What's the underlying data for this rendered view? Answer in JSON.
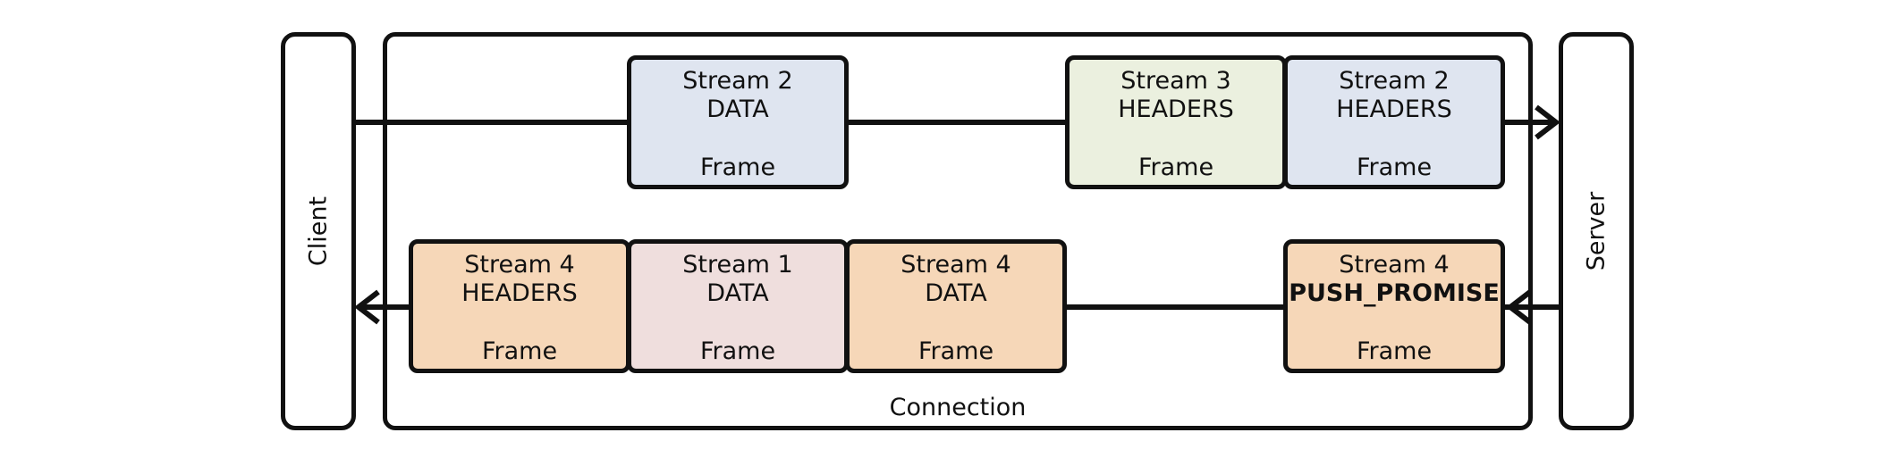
{
  "client": {
    "label": "Client"
  },
  "server": {
    "label": "Server"
  },
  "connection": {
    "label": "Connection"
  },
  "top_row_frames": [
    {
      "stream": "Stream 2",
      "type": "DATA",
      "caption": "Frame",
      "color": "#dfe5f0",
      "bold_type": false
    },
    {
      "stream": "Stream 3",
      "type": "HEADERS",
      "caption": "Frame",
      "color": "#ebf0df",
      "bold_type": false
    },
    {
      "stream": "Stream 2",
      "type": "HEADERS",
      "caption": "Frame",
      "color": "#dfe5f0",
      "bold_type": false
    }
  ],
  "bottom_row_frames": [
    {
      "stream": "Stream 4",
      "type": "HEADERS",
      "caption": "Frame",
      "color": "#f6d7b8",
      "bold_type": false
    },
    {
      "stream": "Stream 1",
      "type": "DATA",
      "caption": "Frame",
      "color": "#efdedd",
      "bold_type": false
    },
    {
      "stream": "Stream 4",
      "type": "DATA",
      "caption": "Frame",
      "color": "#f6d7b8",
      "bold_type": false
    },
    {
      "stream": "Stream 4",
      "type": "PUSH_PROMISE",
      "caption": "Frame",
      "color": "#f6d7b8",
      "bold_type": true
    }
  ],
  "colors": {
    "stroke": "#111111",
    "stream2_blue": "#dfe5f0",
    "stream3_green": "#ebf0df",
    "stream4_orange": "#f6d7b8",
    "stream1_pink": "#efdedd"
  }
}
